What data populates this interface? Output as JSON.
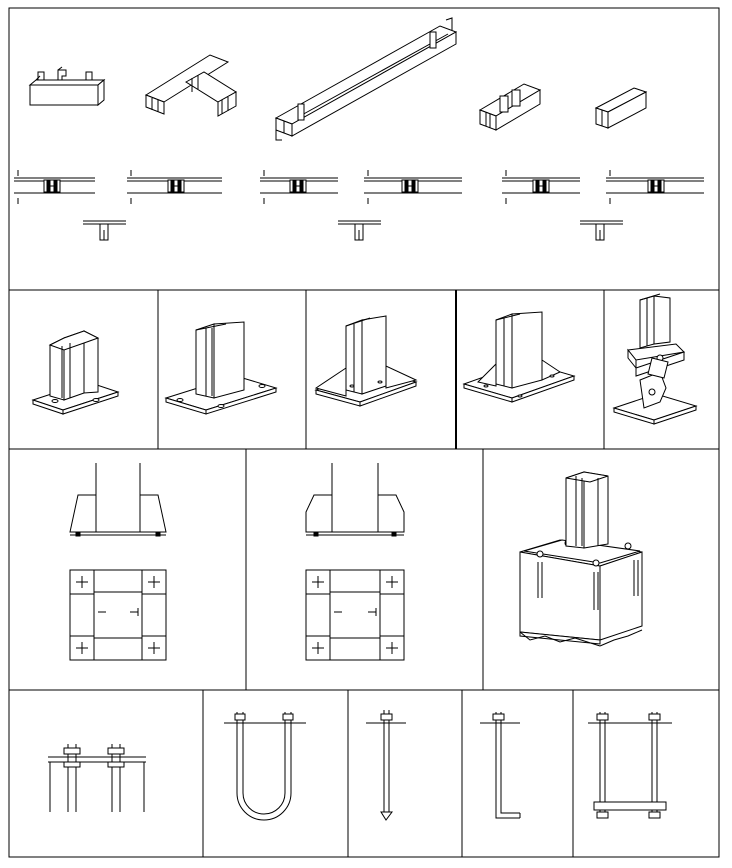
{
  "sheet": {
    "kind": "cad-detail-sheet",
    "rows": [
      {
        "id": "row-1",
        "cells": [
          "channel-clip-fitting",
          "channel-tee-joint",
          "long-channel-beam",
          "channel-splice-connector",
          "short-channel-block",
          "section-details"
        ]
      },
      {
        "id": "row-2",
        "cells": [
          "post-base-plain",
          "post-base-wide",
          "post-base-gusseted",
          "post-base-side-gusset",
          "post-base-hinged"
        ]
      },
      {
        "id": "row-3",
        "cells": [
          "base-plate-elevation-plan-a",
          "base-plate-elevation-plan-b",
          "anchored-post-on-concrete"
        ]
      },
      {
        "id": "row-4",
        "cells": [
          "threaded-rods-on-plate",
          "u-bolt",
          "straight-anchor-bolt",
          "j-anchor-bolt",
          "anchor-cage"
        ]
      }
    ]
  },
  "colors": {
    "line": "#000000",
    "fill": "#ffffff",
    "dark": "#111111"
  }
}
